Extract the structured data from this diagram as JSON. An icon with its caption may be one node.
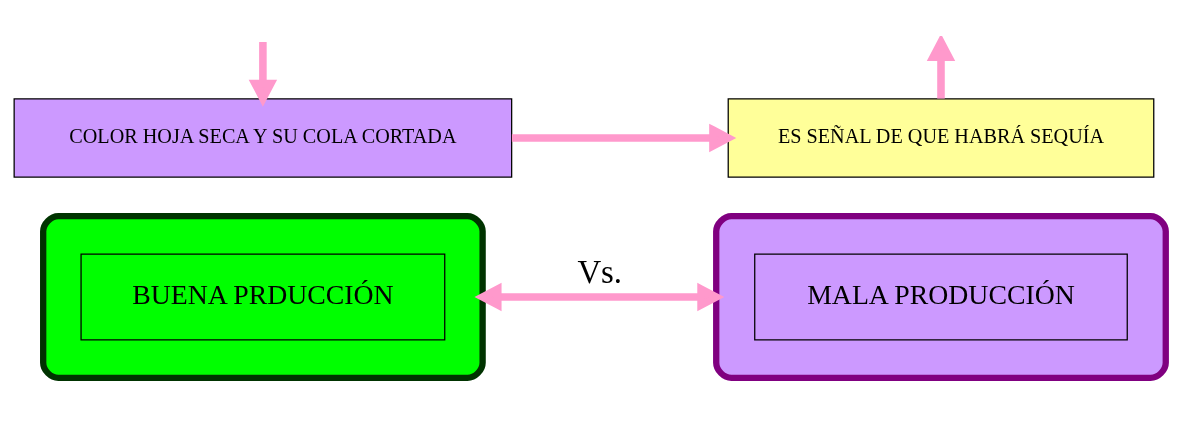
{
  "diagram": {
    "nodes": [
      {
        "text": [
          "COLOR HOJA SECA Y SU COLA CORTADA"
        ]
      },
      {
        "text": [
          "ES SEÑAL DE QUE HABRÁ SEQUÍA"
        ]
      },
      {
        "text": [],
        "shape": "ellipse"
      },
      {
        "text": [
          "BUENA PRDUCCIÓN"
        ],
        "in": 2
      },
      {
        "text": [],
        "shape": "ellipse"
      },
      {
        "text": [
          "MALA PRODUCCIÓN"
        ],
        "in": 4
      }
    ],
    "edges": [
      {
        "from": null,
        "to": 0,
        "arrow": "to"
      },
      {
        "from": 0,
        "to": 1,
        "arrow": "to"
      },
      {
        "from": 1,
        "to": null,
        "arrow": "to"
      },
      {
        "from": 2,
        "to": 4,
        "arrow": "both",
        "label": "Vs."
      }
    ]
  }
}
